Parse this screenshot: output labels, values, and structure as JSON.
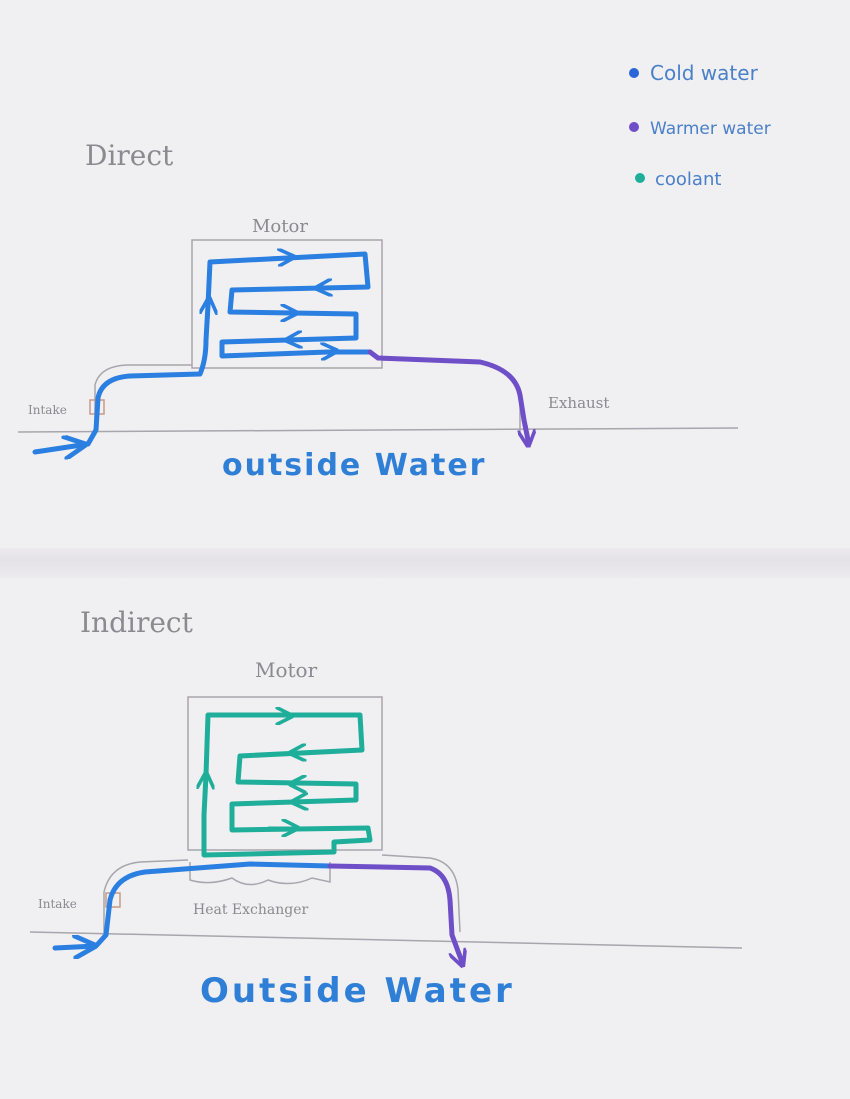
{
  "legend": {
    "items": [
      {
        "label": "Cold water",
        "color": "#2a66d6"
      },
      {
        "label": "Warmer water",
        "color": "#6e4fc8"
      },
      {
        "label": "coolant",
        "color": "#1fae9a"
      }
    ]
  },
  "direct": {
    "title": "Direct",
    "motor_label": "Motor",
    "intake_label": "Intake",
    "exhaust_label": "Exhaust",
    "water_label": "outside Water"
  },
  "indirect": {
    "title": "Indirect",
    "motor_label": "Motor",
    "intake_label": "Intake",
    "exchanger_label": "Heat Exchanger",
    "water_label": "Outside Water"
  },
  "colors": {
    "cold": "#2a7fe0",
    "warm": "#6e4fc8",
    "coolant": "#1fae9a",
    "pencil": "#a8a6ad"
  }
}
